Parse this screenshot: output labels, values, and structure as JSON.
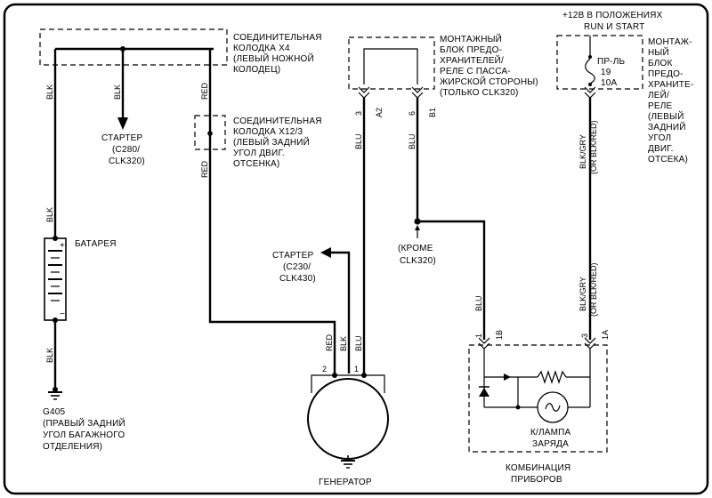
{
  "connectors": {
    "x4": [
      "СОЕДИНИТЕЛЬНАЯ",
      "КОЛОДКА X4",
      "(ЛЕВЫЙ НОЖНОЙ",
      "КОЛОДЕЦ)"
    ],
    "x12": [
      "СОЕДИНИТЕЛЬНАЯ",
      "КОЛОДКА X12/3",
      "(ЛЕВЫЙ ЗАДНИЙ",
      "УГОЛ ДВИГ.",
      "ОТСЕНКА)"
    ]
  },
  "fuse_box_pass": [
    "МОНТАЖНЫЙ",
    "БЛОК ПРЕДО-",
    "ХРАНИТЕЛЕЙ/",
    "РЕЛЕ С ПАССА-",
    "ЖИРСКОЙ СТОРОНЫ)",
    "(ТОЛЬКО CLK320)"
  ],
  "power_header": [
    "+12В В ПОЛОЖЕНИЯХ",
    "RUN И START"
  ],
  "fuse": {
    "name": "ПР-ЛЬ",
    "number": "19",
    "rating": "10A"
  },
  "fuse_box_left": [
    "МОНТАЖ-",
    "НЫЙ",
    "БЛОК",
    "ПРЕДО-",
    "ХРАНИТЕ-",
    "ЛЕЙ/",
    "РЕЛЕ",
    "(ЛЕВЫЙ",
    "ЗАДНИЙ",
    "УГОЛ",
    "ДВИГ.",
    "ОТСЕКА)"
  ],
  "starter1": [
    "СТАРТЕР",
    "(C280/",
    "CLK320)"
  ],
  "starter2": [
    "СТАРТЕР",
    "(C230/",
    "CLK430)"
  ],
  "battery": {
    "label": "БАТАРЕЯ",
    "plus": "+",
    "minus": "−"
  },
  "ground": [
    "G405",
    "(ПРАВЫЙ ЗАДНИЙ",
    "УГОЛ БАГАЖНОГО",
    "ОТДЕЛЕНИЯ)"
  ],
  "except": [
    "(КРОМЕ",
    "CLK320)"
  ],
  "generator": {
    "label": "ГЕНЕРАТОР",
    "pin2": "2",
    "pin1": "1"
  },
  "lamp": [
    "К/ЛАМПА",
    "ЗАРЯДА"
  ],
  "cluster": [
    "КОМБИНАЦИЯ",
    "ПРИБОРОВ"
  ],
  "wires": {
    "blk": "BLK",
    "red": "RED",
    "blu": "BLU",
    "blkgry": "BLK/GRY",
    "orblkred": "(OR BLK/RED)"
  },
  "pins": {
    "a2_num": "3",
    "a2_name": "A2",
    "b1_num": "6",
    "b1_name": "B1",
    "cl_1_num": "1",
    "cl_1_name": "1B",
    "cl_3_num": "3",
    "cl_3_name": "1A"
  }
}
